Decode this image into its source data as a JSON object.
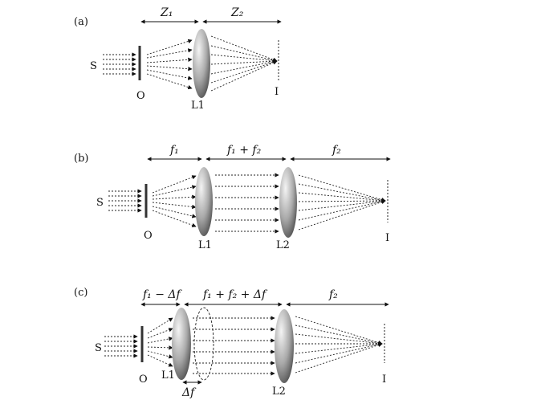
{
  "panels": [
    {
      "tag": "(a)",
      "source": "S",
      "object": "O",
      "lenses": [
        "L1"
      ],
      "image": "I",
      "distances": [
        "Z₁",
        "Z₂"
      ]
    },
    {
      "tag": "(b)",
      "source": "S",
      "object": "O",
      "lenses": [
        "L1",
        "L2"
      ],
      "image": "I",
      "distances": [
        "f₁",
        "f₁ + f₂",
        "f₂"
      ]
    },
    {
      "tag": "(c)",
      "source": "S",
      "object": "O",
      "lenses": [
        "L1",
        "L2"
      ],
      "image": "I",
      "distances": [
        "f₁ − Δf",
        "f₁ + f₂ + Δf",
        "f₂"
      ],
      "shift": "Δf"
    }
  ]
}
